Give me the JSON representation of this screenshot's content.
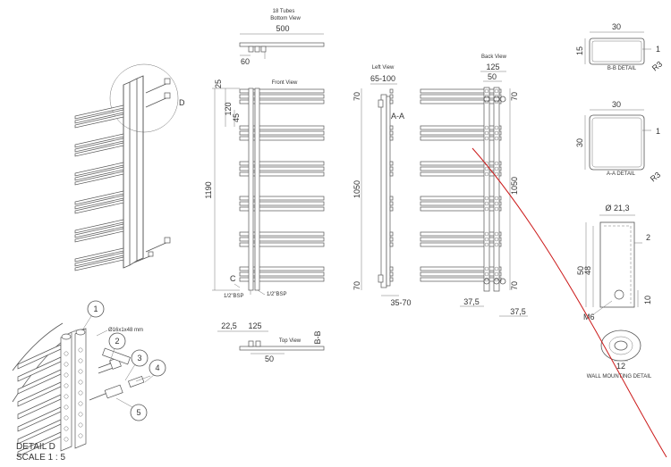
{
  "titles": {
    "tubes": "18 Tubes",
    "bottom_view": "Bottom View",
    "front_view": "Front View",
    "left_view": "Left View",
    "back_view": "Back View",
    "top_view": "Top View",
    "bb_detail": "B-B DETAIL",
    "aa_detail": "A-A DETAIL",
    "wall_mounting": "WALL MOUNTING DETAIL",
    "detail_d": "DETAIL D",
    "scale": "SCALE 1 : 5"
  },
  "dims": {
    "width_500": "500",
    "d60": "60",
    "d25": "25",
    "d120": "120",
    "d45": "45",
    "h1190": "1190",
    "d65_100": "65-100",
    "aa_label": "A-A",
    "d70_top": "70",
    "d1050_left": "1050",
    "d70_bot": "70",
    "d35_70": "35-70",
    "d125_back": "125",
    "d50_back": "50",
    "d70_back_top": "70",
    "d1050_back": "1050",
    "d70_back_bot": "70",
    "d37_5_l": "37,5",
    "d37_5_r": "37,5",
    "bsp_left": "1/2\"BSP",
    "bsp_right": "1/2\"BSP",
    "c_label": "C",
    "d22_5": "22,5",
    "d125_top": "125",
    "d50_top": "50",
    "bb_label": "B-B",
    "bb_30": "30",
    "bb_15": "15",
    "bb_1": "1",
    "bb_r3": "R3",
    "aa_30w": "30",
    "aa_30h": "30",
    "aa_1": "1",
    "aa_r3": "R3",
    "wm_dia": "Ø 21,3",
    "wm_2": "2",
    "wm_50": "50",
    "wm_48": "48",
    "wm_10": "10",
    "wm_m6": "M6",
    "wm_12": "12",
    "d_label": "D",
    "screw_spec": "Ø16x1x48 mm"
  },
  "callouts": [
    "1",
    "2",
    "3",
    "4",
    "5"
  ]
}
